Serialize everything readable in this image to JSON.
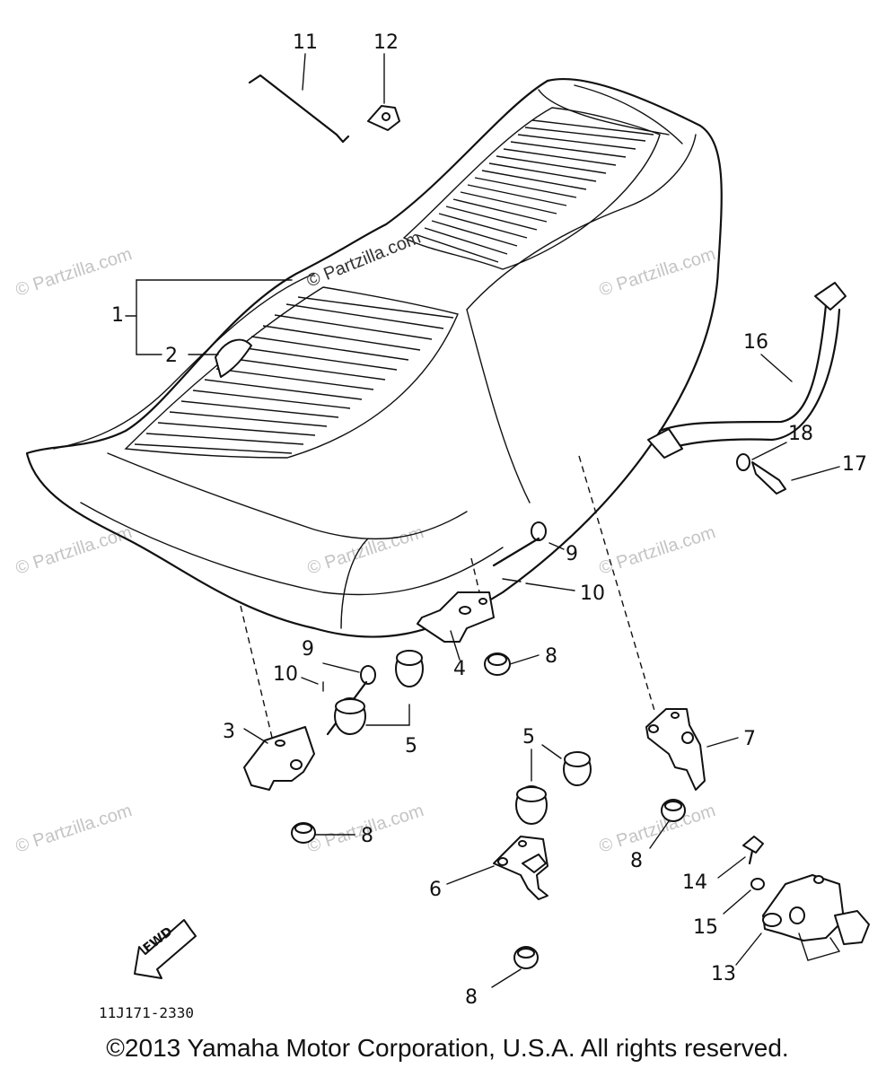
{
  "diagram": {
    "callouts": {
      "c1": "1",
      "c2": "2",
      "c3": "3",
      "c4": "4",
      "c5a": "5",
      "c5b": "5",
      "c6": "6",
      "c7": "7",
      "c8a": "8",
      "c8b": "8",
      "c8c": "8",
      "c8d": "8",
      "c9a": "9",
      "c9b": "9",
      "c10a": "10",
      "c10b": "10",
      "c11": "11",
      "c12": "12",
      "c13": "13",
      "c14": "14",
      "c15": "15",
      "c16": "16",
      "c17": "17",
      "c18": "18"
    },
    "diagram_code": "11J171-2330",
    "fwd_label": "FWD",
    "watermark": "© Partzilla.com",
    "center_watermark": "© Partzilla.com"
  },
  "footer": {
    "copyright": "©2013 Yamaha Motor Corporation, U.S.A. All rights reserved."
  }
}
